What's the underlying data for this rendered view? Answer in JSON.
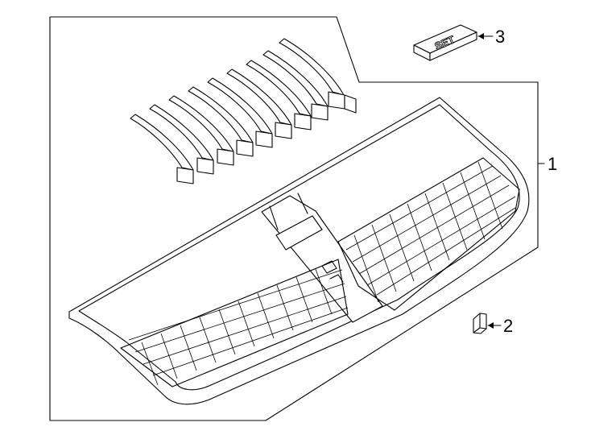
{
  "callouts": {
    "grille_assembly": "1",
    "clip": "2",
    "set_package": "3"
  },
  "set_label": "SET",
  "colors": {
    "line": "#000000",
    "background": "#ffffff"
  }
}
